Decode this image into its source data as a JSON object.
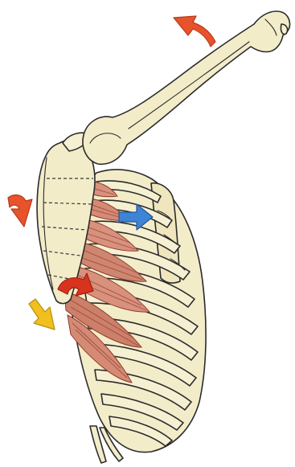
{
  "figure": {
    "colors": {
      "background": "#ffffff",
      "bone": "#f3ecc9",
      "bone_outline": "#2b2b2b",
      "muscle": "#d7917c",
      "muscle_dark": "#b5614d",
      "arrow_orange": "#e8532b",
      "arrow_red": "#d8331f",
      "arrow_yellow": "#f1bf1e",
      "arrow_blue": "#3d84d6"
    },
    "arrows": [
      {
        "name": "arrow-up-right-humerus",
        "color": "orange",
        "icon": "curved-arrow-icon"
      },
      {
        "name": "arrow-scapula-rotation",
        "color": "orange",
        "icon": "curved-arrow-icon"
      },
      {
        "name": "arrow-serratus-pull",
        "color": "red",
        "icon": "curved-arrow-icon"
      },
      {
        "name": "arrow-scapula-down",
        "color": "yellow",
        "icon": "arrow-down-icon"
      },
      {
        "name": "arrow-rib-push",
        "color": "blue",
        "icon": "arrow-right-icon"
      }
    ]
  }
}
